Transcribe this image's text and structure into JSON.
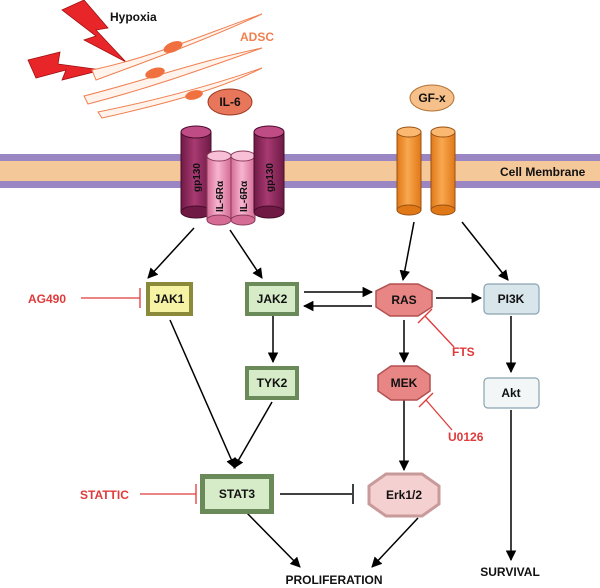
{
  "labels": {
    "hypoxia": "Hypoxia",
    "adsc": "ADSC",
    "il6": "IL-6",
    "gfx": "GF-x",
    "membrane": "Cell Membrane",
    "gp130": "gp130",
    "il6r": "IL-6Rα",
    "jak1": "JAK1",
    "jak2": "JAK2",
    "tyk2": "TYK2",
    "stat3": "STAT3",
    "ras": "RAS",
    "mek": "MEK",
    "erk": "Erk1/2",
    "pi3k": "PI3K",
    "akt": "Akt",
    "proliferation": "PROLIFERATION",
    "survival": "SURVIVAL"
  },
  "inhibitors": {
    "ag490": "AG490",
    "fts": "FTS",
    "u0126": "U0126",
    "stattic": "STATTIC"
  },
  "colors": {
    "inhibitor": "#e03a3a",
    "adsc": "#f08050",
    "membrane_fill": "#f5c89a",
    "membrane_edge": "#9b86c4",
    "gp130": "#8b2458",
    "il6r": "#e88bb0",
    "gf_receptor": "#f0922e",
    "jak1_box": "#f6f3a4",
    "green_box": "#d6ebc8",
    "ras_octagon": "#e88585",
    "erk_octagon": "#f5d0d0",
    "pi3k_box": "#d8e6ec"
  }
}
